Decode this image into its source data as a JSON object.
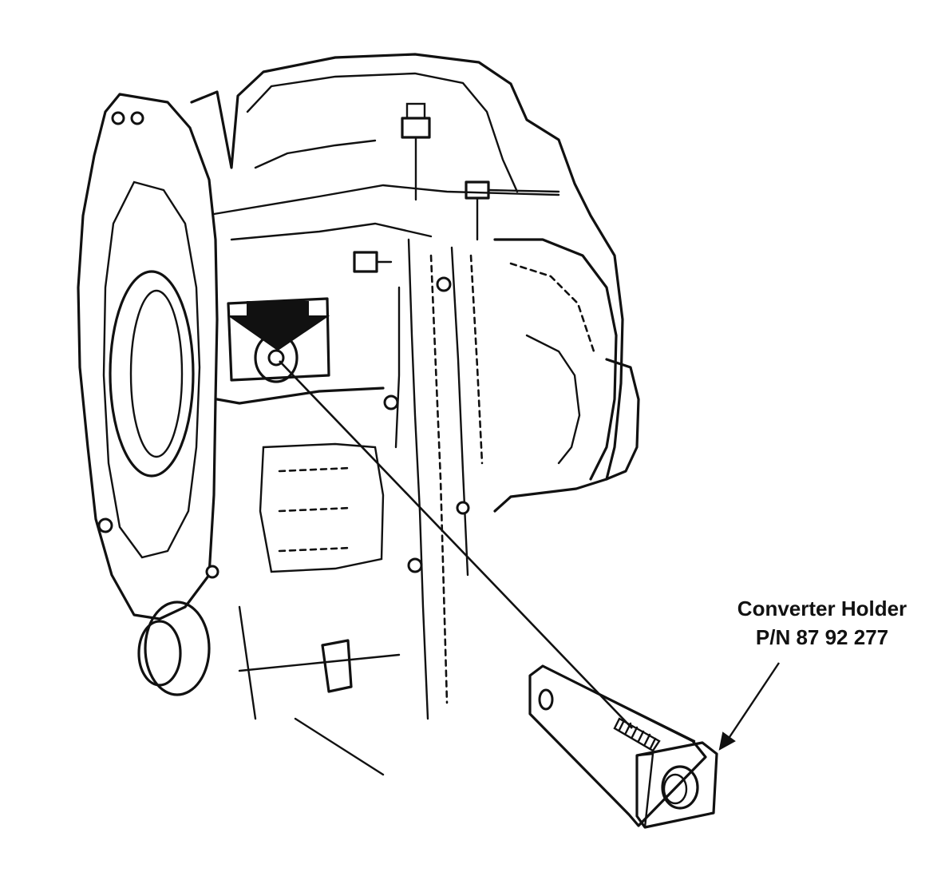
{
  "callout": {
    "line1": "Converter Holder",
    "line2": "P/N 87 92 277"
  },
  "icons": {
    "transmission": "transmission-housing-drawing",
    "tool": "converter-holder-tool",
    "locator_arrow": "down-arrow-icon"
  },
  "colors": {
    "ink": "#111111",
    "background": "#ffffff"
  }
}
